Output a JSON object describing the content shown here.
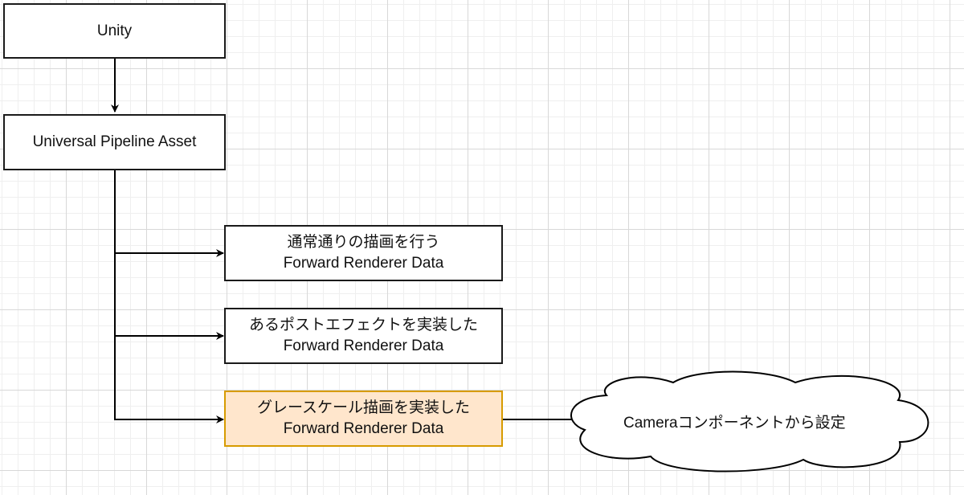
{
  "nodes": {
    "unity": {
      "label": "Unity"
    },
    "pipeline_asset": {
      "label": "Universal Pipeline Asset"
    },
    "renderer_normal": {
      "line1": "通常通りの描画を行う",
      "line2": "Forward Renderer Data"
    },
    "renderer_posteffect": {
      "line1": "あるポストエフェクトを実装した",
      "line2": "Forward Renderer Data"
    },
    "renderer_grayscale": {
      "line1": "グレースケール描画を実装した",
      "line2": "Forward Renderer Data"
    }
  },
  "callout": {
    "label": "Cameraコンポーネントから設定"
  },
  "colors": {
    "highlight_fill": "#ffe6cc",
    "highlight_stroke": "#d79b00",
    "stroke": "#1a1a1a"
  }
}
